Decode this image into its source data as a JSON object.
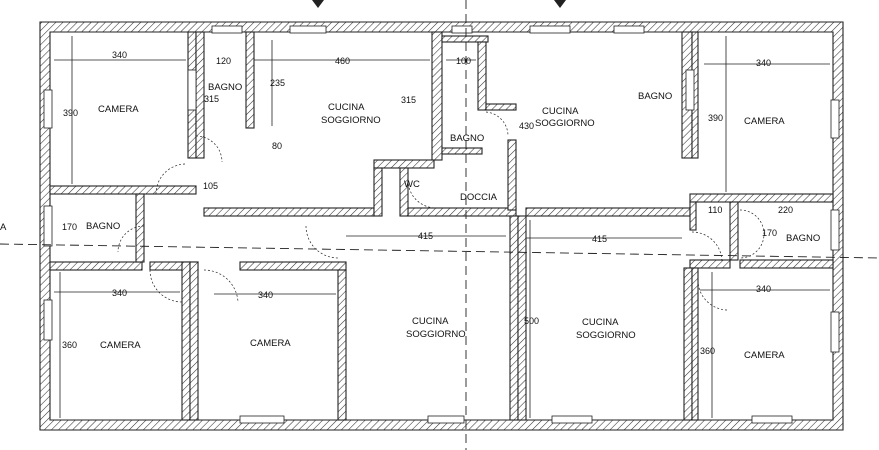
{
  "rooms": {
    "camera_tl": "CAMERA",
    "bagno_tl": "BAGNO",
    "cucina_1": [
      "CUCINA",
      "SOGGIORNO"
    ],
    "bagno_c": "BAGNO",
    "wc": "WC",
    "doccia": "DOCCIA",
    "cucina_2": [
      "CUCINA",
      "SOGGIORNO"
    ],
    "bagno_tr": "BAGNO",
    "camera_tr": "CAMERA",
    "bagno_l": "BAGNO",
    "bagno_r": "BAGNO",
    "camera_bl": "CAMERA",
    "camera_bm": "CAMERA",
    "cucina_3": [
      "CUCINA",
      "SOGGIORNO"
    ],
    "cucina_4": [
      "CUCINA",
      "SOGGIORNO"
    ],
    "camera_br": "CAMERA"
  },
  "dims": {
    "d340_tl": "340",
    "d390_tl": "390",
    "d120": "120",
    "d315_a": "315",
    "d460": "460",
    "d235": "235",
    "d80": "80",
    "d105": "105",
    "d315_b": "315",
    "d100": "100",
    "d430": "430",
    "d340_tr": "340",
    "d390_tr": "390",
    "d170_l": "170",
    "d415_l": "415",
    "d415_r": "415",
    "d110": "110",
    "d220": "220",
    "d170_r": "170",
    "d340_bl": "340",
    "d360_bl": "360",
    "d340_bm": "340",
    "d500": "500",
    "d340_br": "340",
    "d360_br": "360"
  }
}
